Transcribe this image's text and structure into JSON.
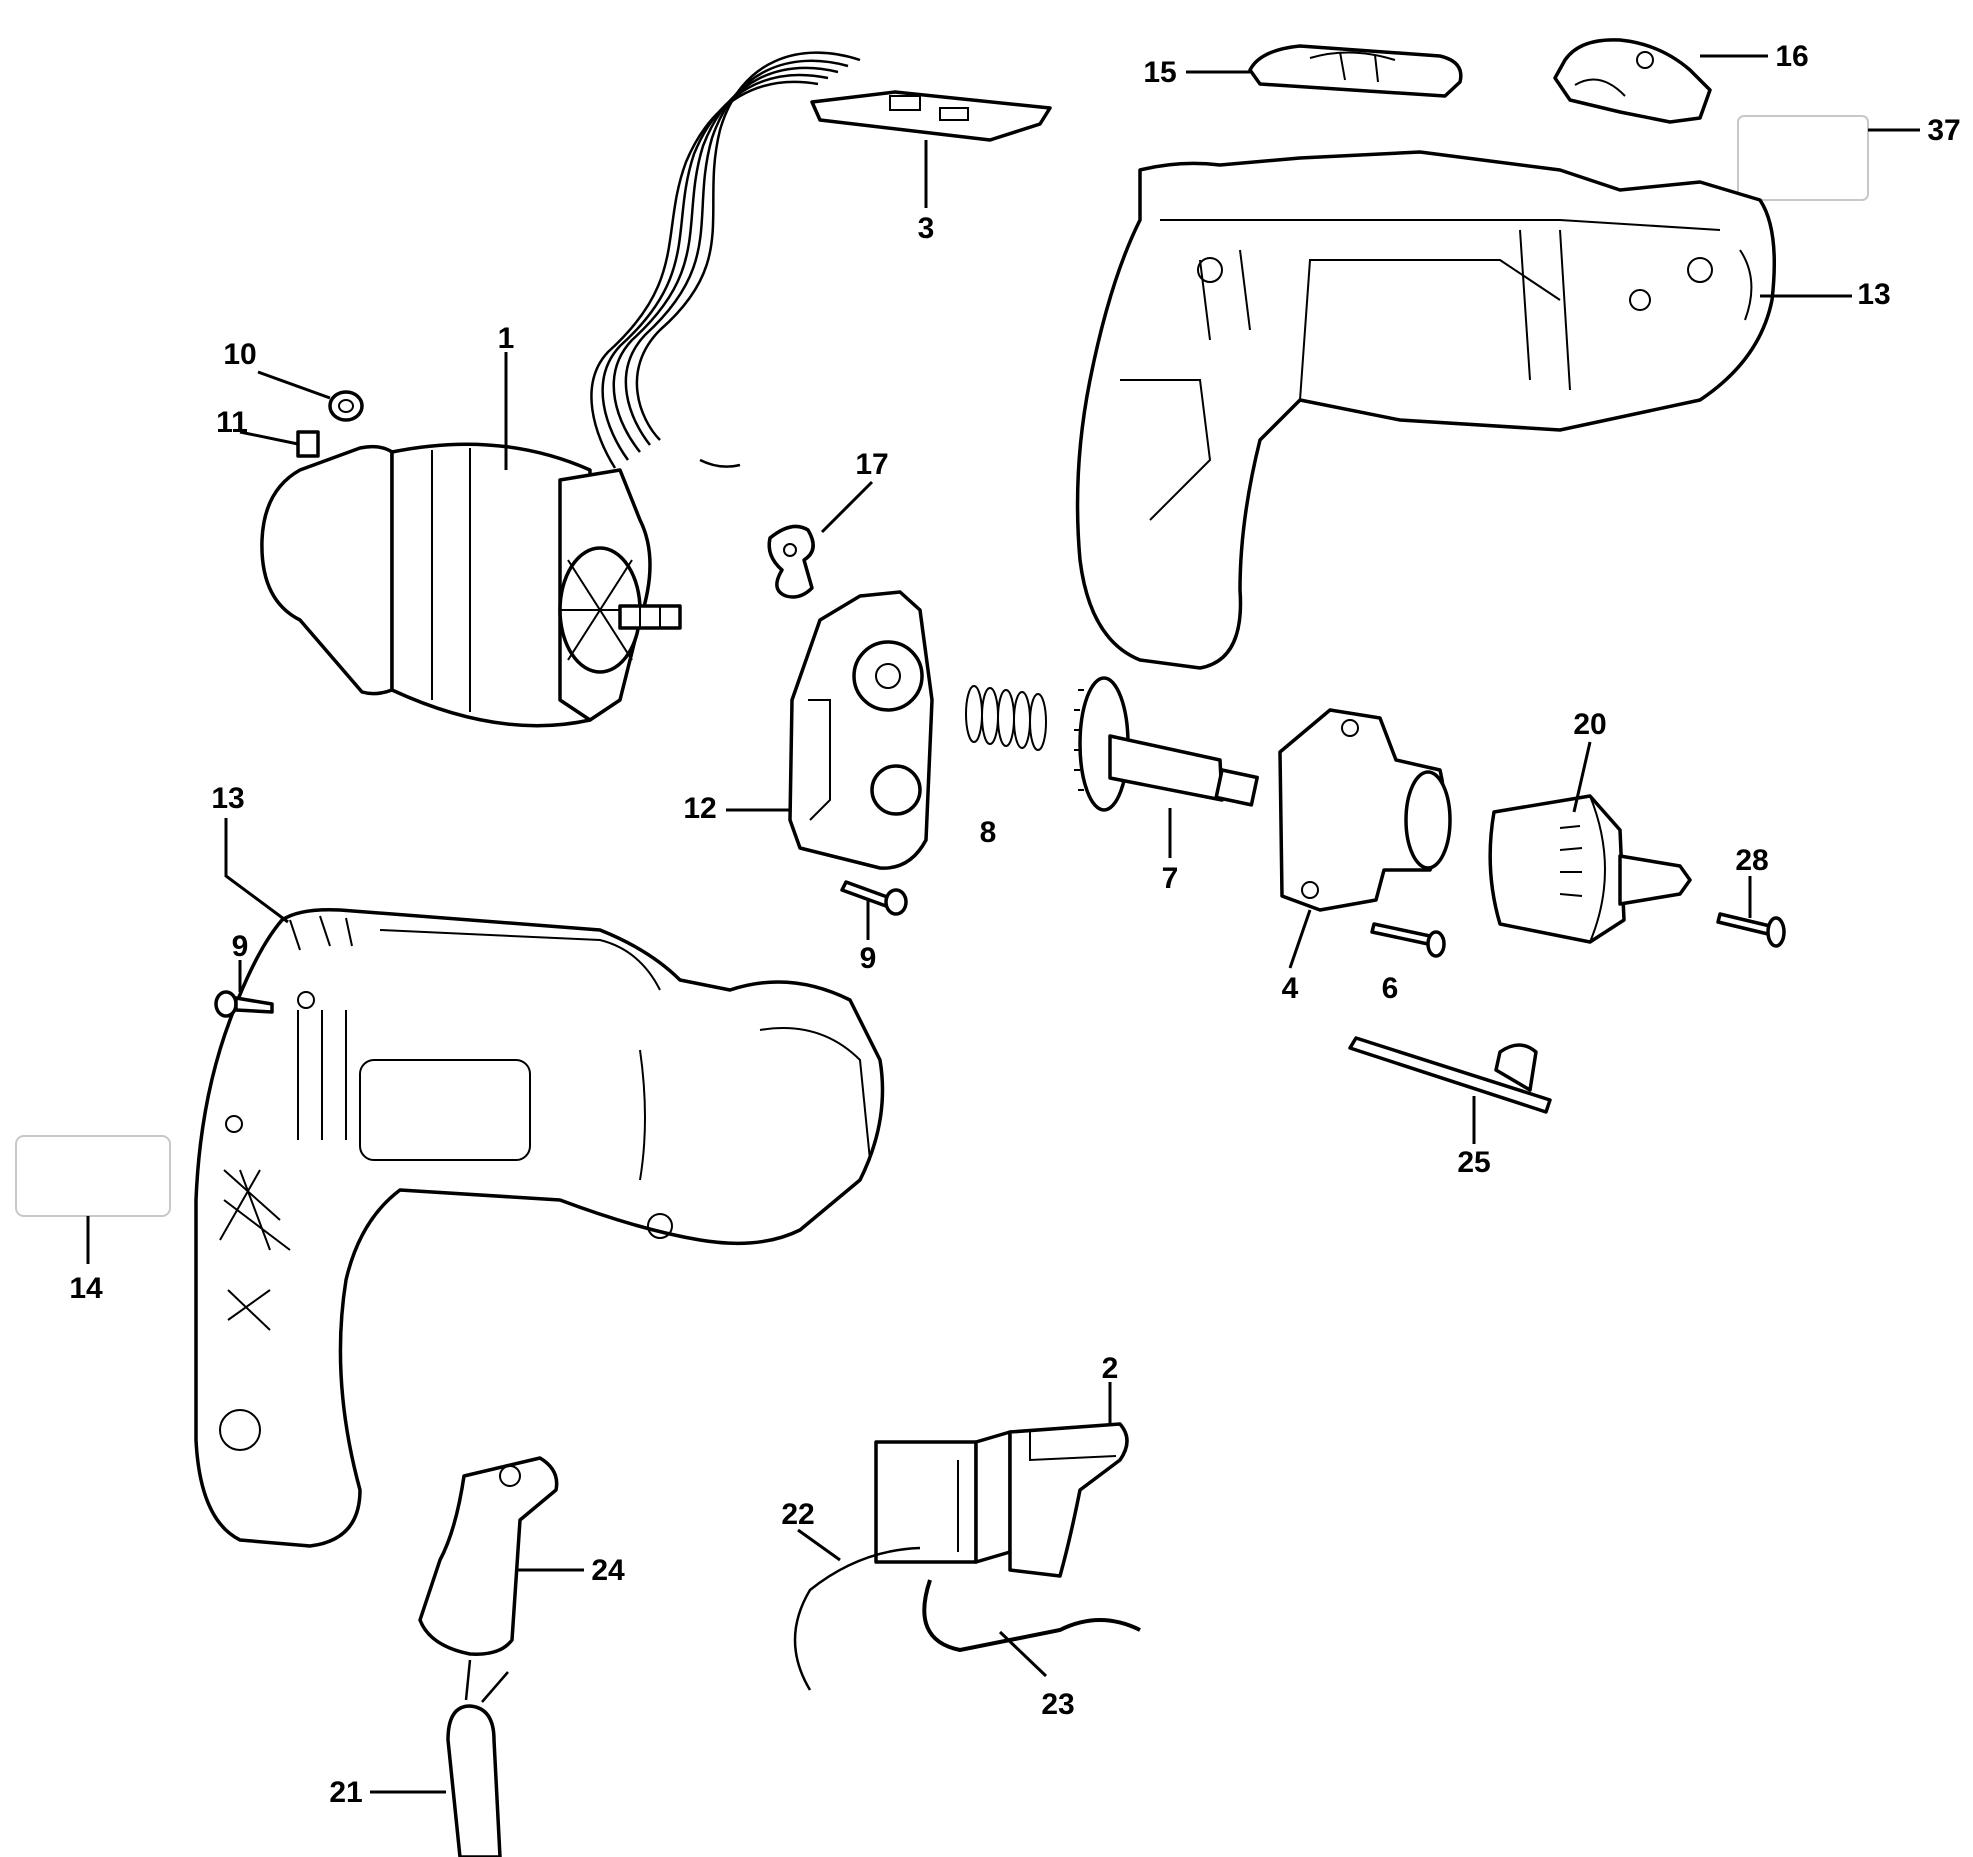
{
  "diagram": {
    "type": "exploded-parts-view",
    "parts": [
      {
        "id": "p1",
        "label": "1",
        "name": "motor"
      },
      {
        "id": "p2",
        "label": "2",
        "name": "switch"
      },
      {
        "id": "p3",
        "label": "3",
        "name": "circuit-board"
      },
      {
        "id": "p4",
        "label": "4",
        "name": "gear-case"
      },
      {
        "id": "p6",
        "label": "6",
        "name": "gear-case-screw"
      },
      {
        "id": "p7",
        "label": "7",
        "name": "spindle-gear"
      },
      {
        "id": "p8",
        "label": "8",
        "name": "spring"
      },
      {
        "id": "p9a",
        "label": "9",
        "name": "plate-screw"
      },
      {
        "id": "p9b",
        "label": "9",
        "name": "housing-screw"
      },
      {
        "id": "p10",
        "label": "10",
        "name": "brush-spring"
      },
      {
        "id": "p11",
        "label": "11",
        "name": "carbon-brush"
      },
      {
        "id": "p12",
        "label": "12",
        "name": "bearing-plate"
      },
      {
        "id": "p13a",
        "label": "13",
        "name": "housing-half-right"
      },
      {
        "id": "p13b",
        "label": "13",
        "name": "housing-half-left"
      },
      {
        "id": "p14",
        "label": "14",
        "name": "label-left"
      },
      {
        "id": "p15",
        "label": "15",
        "name": "shift-button"
      },
      {
        "id": "p16",
        "label": "16",
        "name": "selector-knob"
      },
      {
        "id": "p17",
        "label": "17",
        "name": "shift-lever"
      },
      {
        "id": "p20",
        "label": "20",
        "name": "chuck"
      },
      {
        "id": "p21",
        "label": "21",
        "name": "power-cord"
      },
      {
        "id": "p22",
        "label": "22",
        "name": "lead-wire-white"
      },
      {
        "id": "p23",
        "label": "23",
        "name": "lead-wire-black"
      },
      {
        "id": "p24",
        "label": "24",
        "name": "cord-protector"
      },
      {
        "id": "p25",
        "label": "25",
        "name": "chuck-key"
      },
      {
        "id": "p28",
        "label": "28",
        "name": "chuck-screw"
      },
      {
        "id": "p37",
        "label": "37",
        "name": "label-right"
      }
    ]
  }
}
